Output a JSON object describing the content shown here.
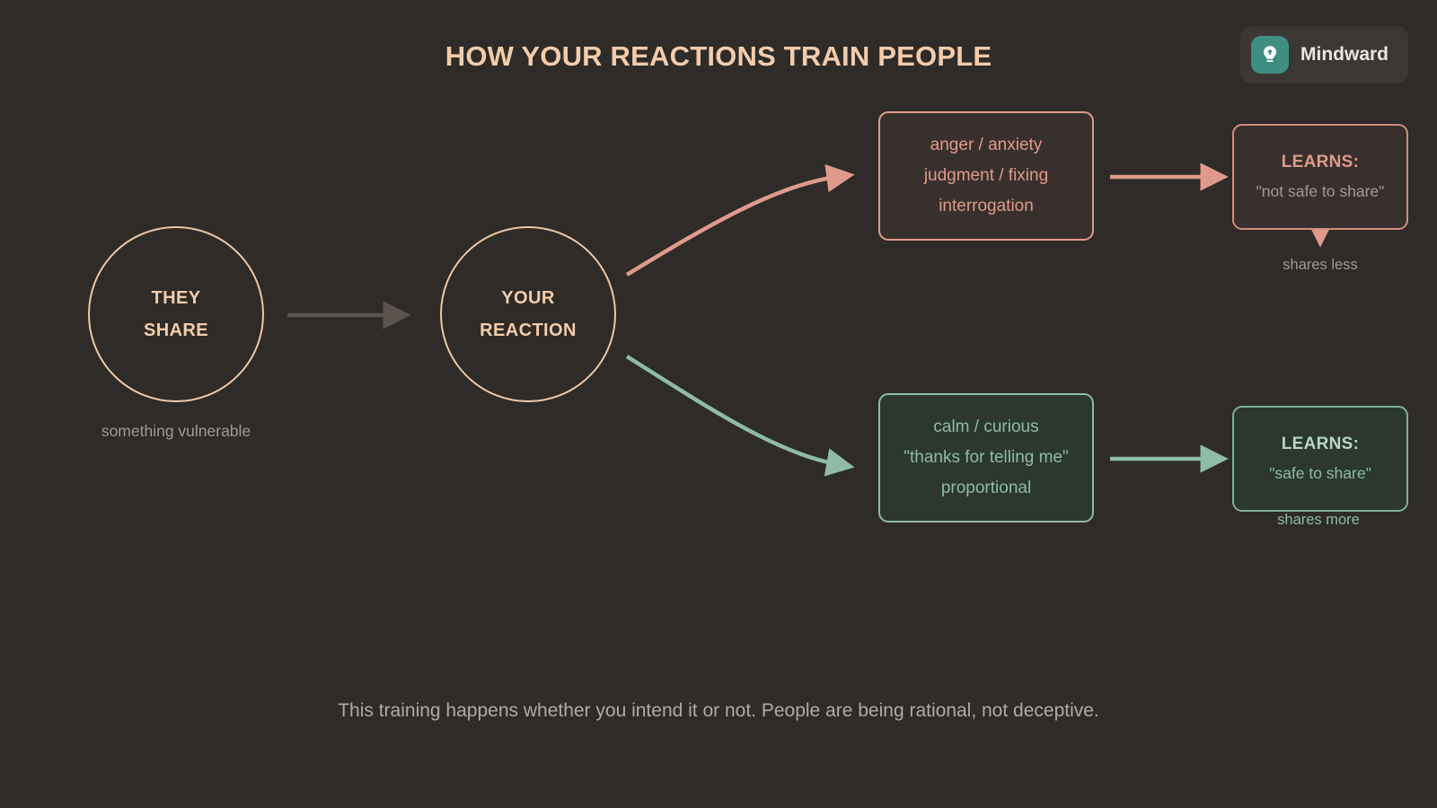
{
  "header": {
    "title": "HOW YOUR REACTIONS TRAIN PEOPLE",
    "brand": "Mindward",
    "brand_icon": "lightbulb-icon",
    "brand_icon_color": "#3e8f82"
  },
  "diagram": {
    "start_node": {
      "line1": "THEY",
      "line2": "SHARE",
      "caption": "something vulnerable"
    },
    "reaction_node": {
      "line1": "YOUR",
      "line2": "REACTION"
    },
    "negative_branch": {
      "traits": [
        "anger / anxiety",
        "judgment / fixing",
        "interrogation"
      ],
      "learns_label": "LEARNS:",
      "learns_quote": "\"not safe to share\"",
      "outcome": "shares less",
      "color": "#e09a8b"
    },
    "positive_branch": {
      "traits": [
        "calm / curious",
        "\"thanks for telling me\"",
        "proportional"
      ],
      "learns_label": "LEARNS:",
      "learns_quote": "\"safe to share\"",
      "outcome": "shares more",
      "color": "#8fbba9"
    },
    "neutral_arrow_color": "#5d534e"
  },
  "footer": {
    "note": "This training happens whether you intend it or not. People are being rational, not deceptive."
  }
}
